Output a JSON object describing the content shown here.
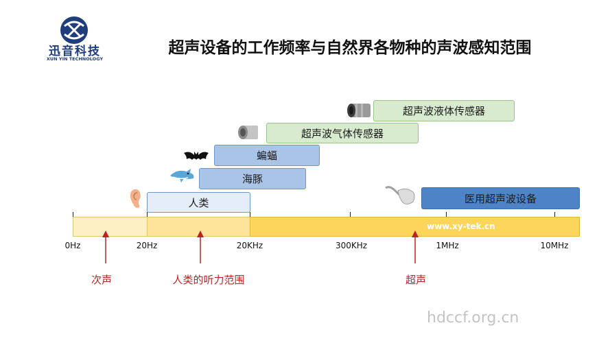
{
  "logo": {
    "name": "迅音科技",
    "subtitle": "XUN YIN TECHNOLOGY"
  },
  "title": "超声设备的工作频率与自然界各物种的声波感知范围",
  "bands": {
    "liquid_sensor": "超声波液体传感器",
    "gas_sensor": "超声波气体传感器",
    "bat": "蝙蝠",
    "dolphin": "海豚",
    "human": "人类",
    "medical": "医用超声波设备"
  },
  "axis_ticks": [
    "0Hz",
    "20Hz",
    "20KHz",
    "300KHz",
    "1MHz",
    "10MHz"
  ],
  "site_url": "www.xy-tek.cn",
  "annotations": {
    "infrasound": "次声",
    "human_range": "人类的听力范围",
    "ultrasound": "超声"
  },
  "watermark": "hdccf.org.cn",
  "icons": [
    "logo-icon",
    "sensor-cylinder-icon",
    "sensor-can-icon",
    "bat-icon",
    "dolphin-icon",
    "ear-icon",
    "ultrasound-probe-icon",
    "arrow-up-icon"
  ],
  "colors": {
    "bar_light": "#fdf0c4",
    "bar_mid": "#fde49a",
    "bar_dark": "#fcd55a",
    "arrow": "#b82424",
    "title_blue": "#1f3d7a"
  }
}
